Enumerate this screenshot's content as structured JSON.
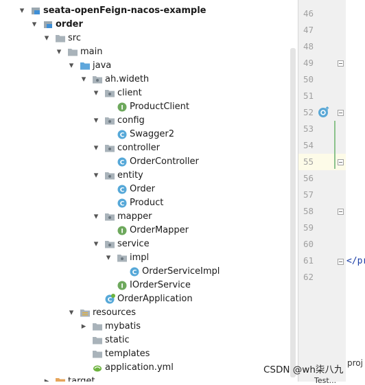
{
  "tree": {
    "rows": [
      {
        "label": "seata-openFeign-nacos-example",
        "depth": 1,
        "expanded": true,
        "icon": "module",
        "bold": true
      },
      {
        "label": "order",
        "depth": 2,
        "expanded": true,
        "icon": "module",
        "bold": true
      },
      {
        "label": "src",
        "depth": 3,
        "expanded": true,
        "icon": "folder"
      },
      {
        "label": "main",
        "depth": 4,
        "expanded": true,
        "icon": "folder"
      },
      {
        "label": "java",
        "depth": 5,
        "expanded": true,
        "icon": "source-folder"
      },
      {
        "label": "ah.wideth",
        "depth": 6,
        "expanded": true,
        "icon": "package"
      },
      {
        "label": "client",
        "depth": 7,
        "expanded": true,
        "icon": "package"
      },
      {
        "label": "ProductClient",
        "depth": 8,
        "icon": "interface"
      },
      {
        "label": "config",
        "depth": 7,
        "expanded": true,
        "icon": "package"
      },
      {
        "label": "Swagger2",
        "depth": 8,
        "icon": "class"
      },
      {
        "label": "controller",
        "depth": 7,
        "expanded": true,
        "icon": "package"
      },
      {
        "label": "OrderController",
        "depth": 8,
        "icon": "class"
      },
      {
        "label": "entity",
        "depth": 7,
        "expanded": true,
        "icon": "package"
      },
      {
        "label": "Order",
        "depth": 8,
        "icon": "class"
      },
      {
        "label": "Product",
        "depth": 8,
        "icon": "class"
      },
      {
        "label": "mapper",
        "depth": 7,
        "expanded": true,
        "icon": "package"
      },
      {
        "label": "OrderMapper",
        "depth": 8,
        "icon": "interface"
      },
      {
        "label": "service",
        "depth": 7,
        "expanded": true,
        "icon": "package"
      },
      {
        "label": "impl",
        "depth": 8,
        "expanded": true,
        "icon": "package"
      },
      {
        "label": "OrderServiceImpl",
        "depth": 9,
        "icon": "class"
      },
      {
        "label": "IOrderService",
        "depth": 8,
        "icon": "interface"
      },
      {
        "label": "OrderApplication",
        "depth": 7,
        "icon": "spring-class"
      },
      {
        "label": "resources",
        "depth": 5,
        "expanded": true,
        "icon": "resources-folder"
      },
      {
        "label": "mybatis",
        "depth": 6,
        "expanded": false,
        "icon": "folder"
      },
      {
        "label": "static",
        "depth": 6,
        "icon": "folder"
      },
      {
        "label": "templates",
        "depth": 6,
        "icon": "folder"
      },
      {
        "label": "application.yml",
        "depth": 6,
        "icon": "yml"
      },
      {
        "label": "target",
        "depth": 3,
        "expanded": false,
        "icon": "folder-orange"
      }
    ]
  },
  "editor": {
    "line_numbers": [
      "46",
      "47",
      "48",
      "49",
      "50",
      "51",
      "52",
      "53",
      "54",
      "55",
      "56",
      "57",
      "58",
      "59",
      "60",
      "61",
      "62"
    ],
    "visible_code": "</pr"
  },
  "colors": {
    "interface_icon": "#6da85c",
    "class_icon": "#56a8d8",
    "folder_icon": "#9aa7b0",
    "source_folder_icon": "#5fa7dc",
    "highlight_row": "#fdfbe8"
  },
  "overlay": {
    "watermark": "CSDN @wh柒八九",
    "right_edge_text": "proj",
    "bottom_edge_text": "Test..."
  }
}
